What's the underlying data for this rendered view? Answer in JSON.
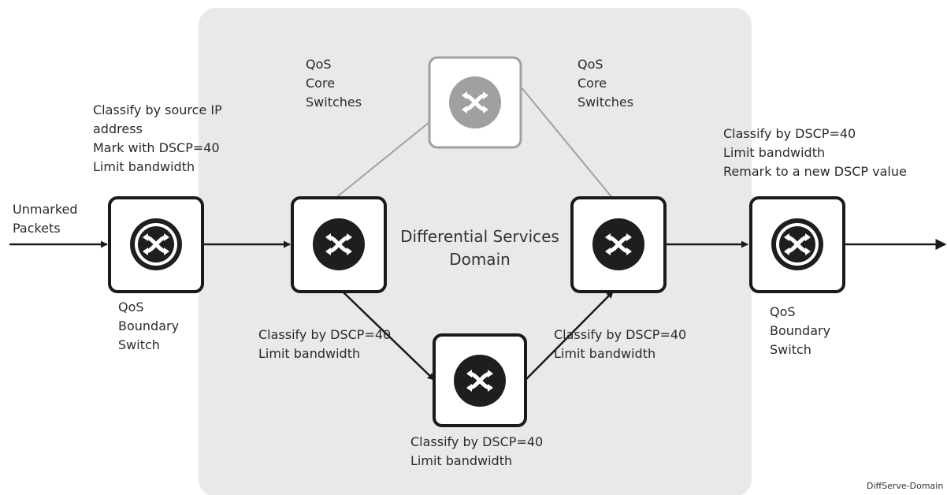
{
  "domain_label": [
    "Differential Services",
    "Domain"
  ],
  "nodes": {
    "boundary_left": {
      "name": [
        "QoS",
        "Boundary",
        "Switch"
      ],
      "notes": [
        "Classify by source IP",
        "address",
        "Mark with DSCP=40",
        "Limit bandwidth"
      ]
    },
    "core_top": {
      "name_left": [
        "QoS",
        "Core",
        "Switches"
      ],
      "name_right": [
        "QoS",
        "Core",
        "Switches"
      ]
    },
    "core_left": {
      "notes": [
        "Classify by DSCP=40",
        "Limit bandwidth"
      ]
    },
    "core_bottom": {
      "notes": [
        "Classify by DSCP=40",
        "Limit bandwidth"
      ]
    },
    "core_right": {
      "notes": [
        "Classify by DSCP=40",
        "Limit bandwidth"
      ]
    },
    "boundary_right": {
      "name": [
        "QoS",
        "Boundary",
        "Switch"
      ],
      "notes": [
        "Classify by DSCP=40",
        "Limit bandwidth",
        "Remark to a new DSCP value"
      ]
    }
  },
  "input_label": [
    "Unmarked",
    "Packets"
  ],
  "caption": "DiffServe-Domain",
  "colors": {
    "domain_bg": "#e8e9eb",
    "switch_dark": "#1e1e1e",
    "switch_gray": "#a0a0a0",
    "line_gray": "#9ea0a3",
    "arrow": "#1a1a1a"
  },
  "icons": {
    "switch": "crossed-arrows-switch-icon"
  }
}
